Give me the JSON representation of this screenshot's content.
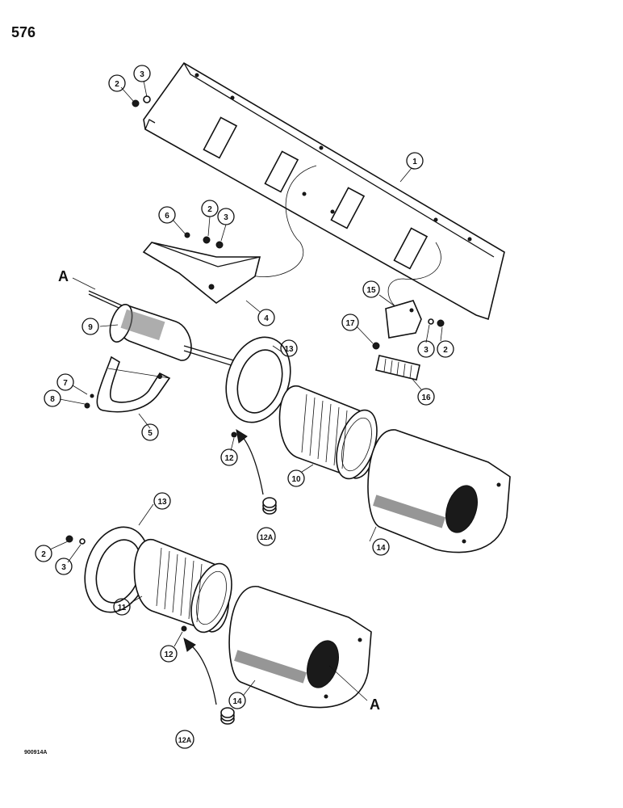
{
  "page_number": "576",
  "figure_code": "900914A",
  "callouts": [
    {
      "id": "c-1",
      "label": "1"
    },
    {
      "id": "c-2a",
      "label": "2"
    },
    {
      "id": "c-3a",
      "label": "3"
    },
    {
      "id": "c-6",
      "label": "6"
    },
    {
      "id": "c-2b",
      "label": "2"
    },
    {
      "id": "c-3b",
      "label": "3"
    },
    {
      "id": "c-4",
      "label": "4"
    },
    {
      "id": "c-9",
      "label": "9"
    },
    {
      "id": "c-15",
      "label": "15"
    },
    {
      "id": "c-17",
      "label": "17"
    },
    {
      "id": "c-3c",
      "label": "3"
    },
    {
      "id": "c-2c",
      "label": "2"
    },
    {
      "id": "c-16",
      "label": "16"
    },
    {
      "id": "c-13a",
      "label": "13"
    },
    {
      "id": "c-7",
      "label": "7"
    },
    {
      "id": "c-8",
      "label": "8"
    },
    {
      "id": "c-5",
      "label": "5"
    },
    {
      "id": "c-12a",
      "label": "12"
    },
    {
      "id": "c-10",
      "label": "10"
    },
    {
      "id": "c-12A-a",
      "label": "12A"
    },
    {
      "id": "c-14a",
      "label": "14"
    },
    {
      "id": "c-13b",
      "label": "13"
    },
    {
      "id": "c-2d",
      "label": "2"
    },
    {
      "id": "c-3d",
      "label": "3"
    },
    {
      "id": "c-11",
      "label": "11"
    },
    {
      "id": "c-12b",
      "label": "12"
    },
    {
      "id": "c-14b",
      "label": "14"
    },
    {
      "id": "c-12A-b",
      "label": "12A"
    }
  ],
  "references": [
    {
      "id": "ref-a-top",
      "label": "A"
    },
    {
      "id": "ref-a-bottom",
      "label": "A"
    }
  ]
}
